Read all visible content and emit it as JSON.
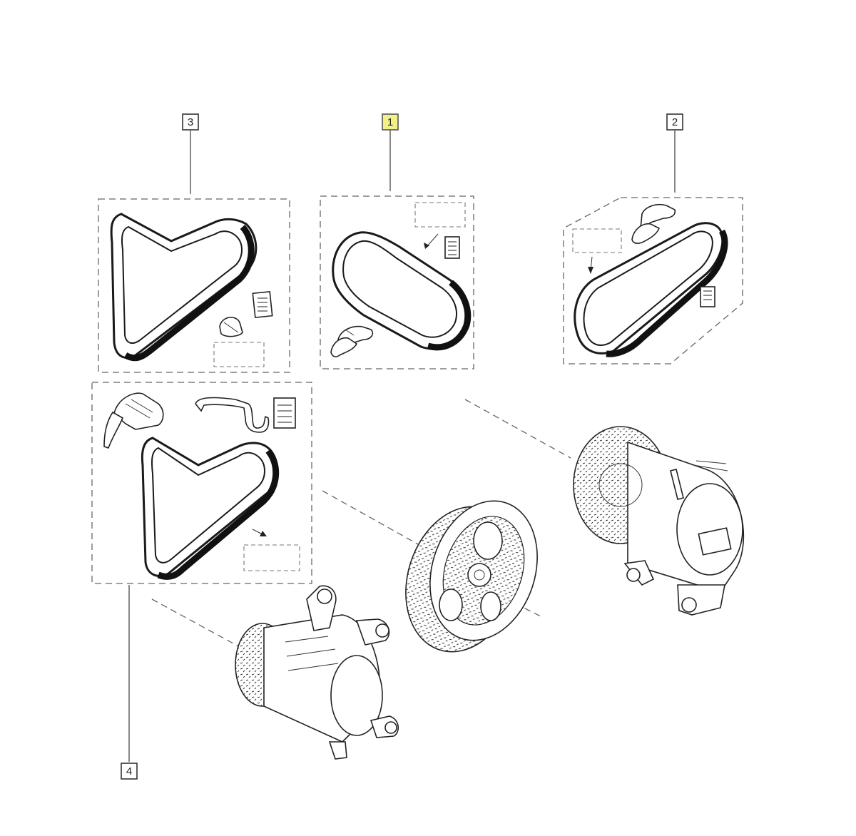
{
  "callouts": [
    {
      "id": "1",
      "label": "1",
      "highlighted": true
    },
    {
      "id": "2",
      "label": "2",
      "highlighted": false
    },
    {
      "id": "3",
      "label": "3",
      "highlighted": false
    },
    {
      "id": "4",
      "label": "4",
      "highlighted": false
    }
  ],
  "colors": {
    "highlight": "#f3f088",
    "line": "#222222",
    "background": "#ffffff"
  }
}
